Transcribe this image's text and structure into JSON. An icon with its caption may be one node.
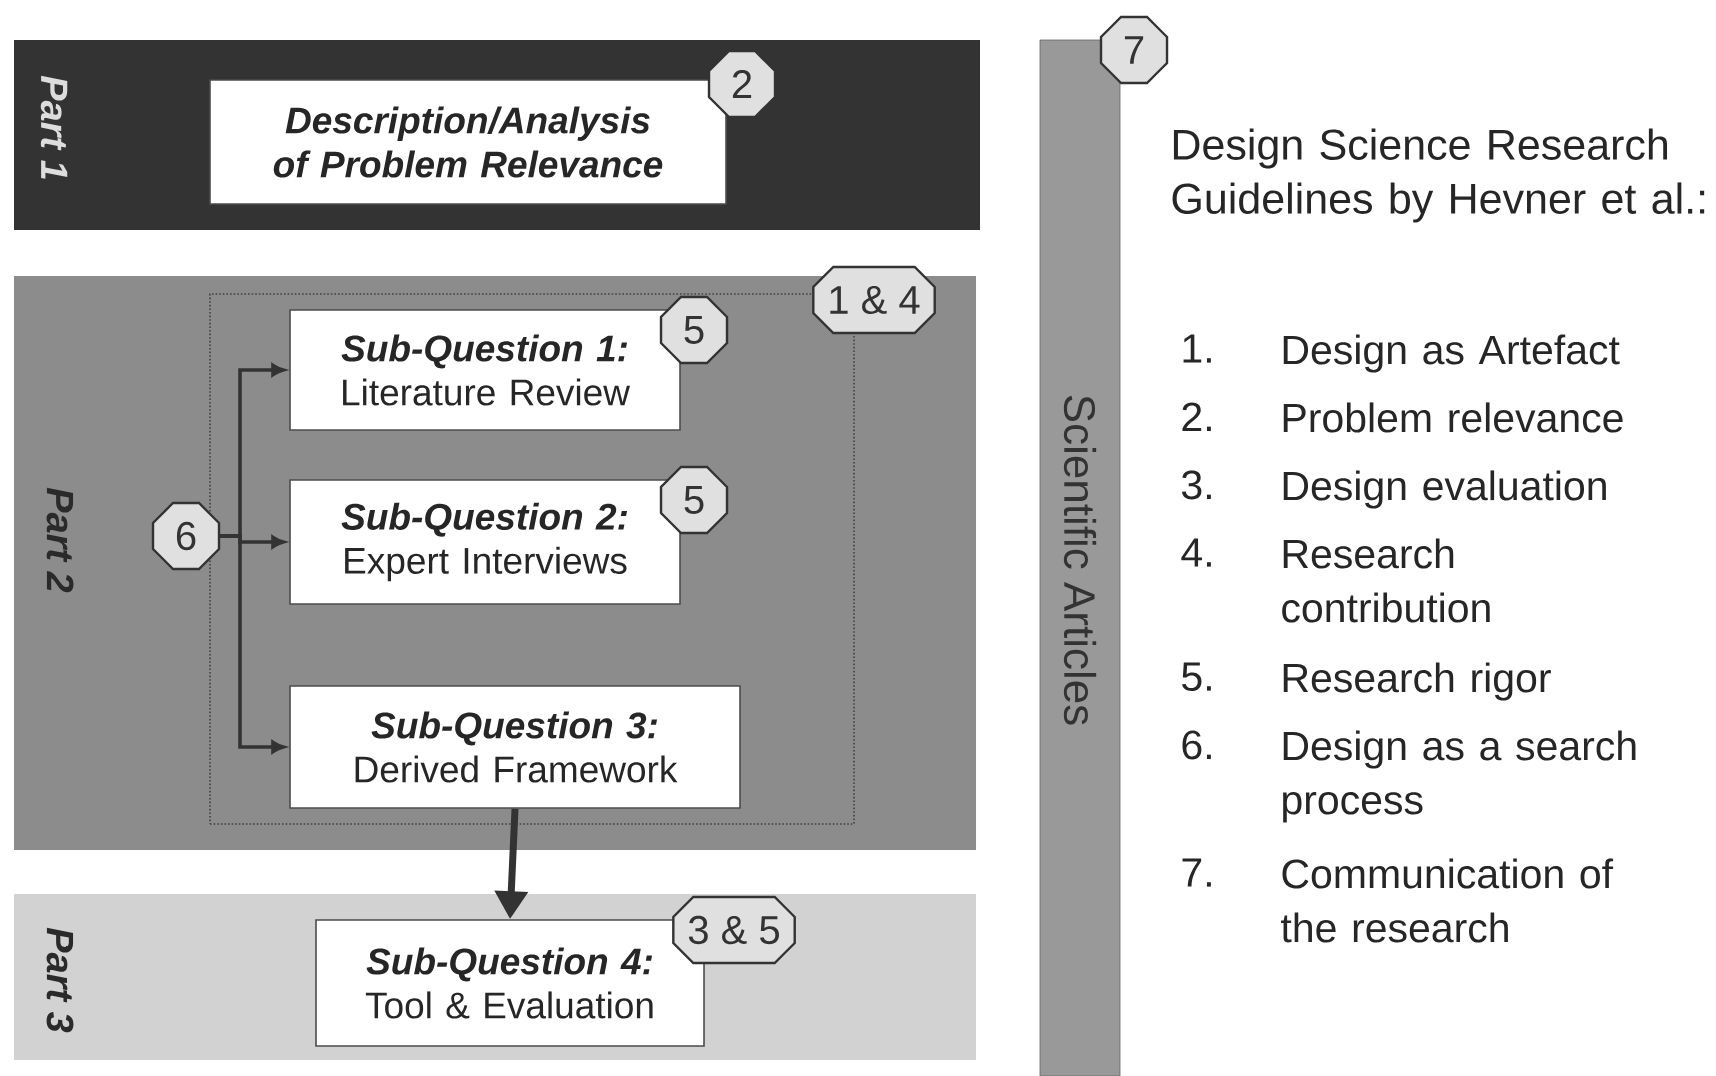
{
  "diagram": {
    "nodes": [
      {
        "text": [
          "Part 1"
        ]
      },
      {
        "text": [
          "Description/Analysis of Problem Relevance"
        ],
        "in": 0
      },
      {
        "text": [
          "2"
        ],
        "in": 0
      },
      {
        "text": [
          "Part 2"
        ]
      },
      {
        "text": [],
        "shape": "box",
        "in": 3
      },
      {
        "text": [
          "1 & 4"
        ],
        "in": 3
      },
      {
        "text": [
          "Sub-Question 1:",
          "Literature Review"
        ],
        "in": 4
      },
      {
        "text": [
          "5"
        ],
        "in": 4
      },
      {
        "text": [
          "Sub-Question 2:",
          "Expert Interviews"
        ],
        "in": 4
      },
      {
        "text": [
          "5"
        ],
        "in": 4
      },
      {
        "text": [
          "6"
        ],
        "in": 3
      },
      {
        "text": [
          "Sub-Question 3:",
          "Derived Framework"
        ],
        "in": 4
      },
      {
        "text": [
          "Part 3"
        ]
      },
      {
        "text": [
          "Sub-Question 4:",
          "Tool & Evaluation"
        ],
        "in": 12
      },
      {
        "text": [
          "3 & 5"
        ],
        "in": 12
      },
      {
        "text": [
          "Scientific Articles"
        ]
      },
      {
        "text": [
          "7"
        ]
      }
    ],
    "edges": [
      {
        "from": 10,
        "to": 6,
        "arrow": "to"
      },
      {
        "from": 10,
        "to": 8,
        "arrow": "to"
      },
      {
        "from": 10,
        "to": 11,
        "arrow": "to"
      },
      {
        "from": 11,
        "to": 13,
        "arrow": "to",
        "style": "thick"
      }
    ],
    "labels": [
      "Design Science Research Guidelines by Hevner et al.:",
      "1.",
      "Design as Artefact",
      "2.",
      "Problem relevance",
      "3.",
      "Design evaluation",
      "4.",
      "Research contribution",
      "5.",
      "Research rigor",
      "6.",
      "Design as a search process",
      "7.",
      "Communication of the research"
    ]
  }
}
